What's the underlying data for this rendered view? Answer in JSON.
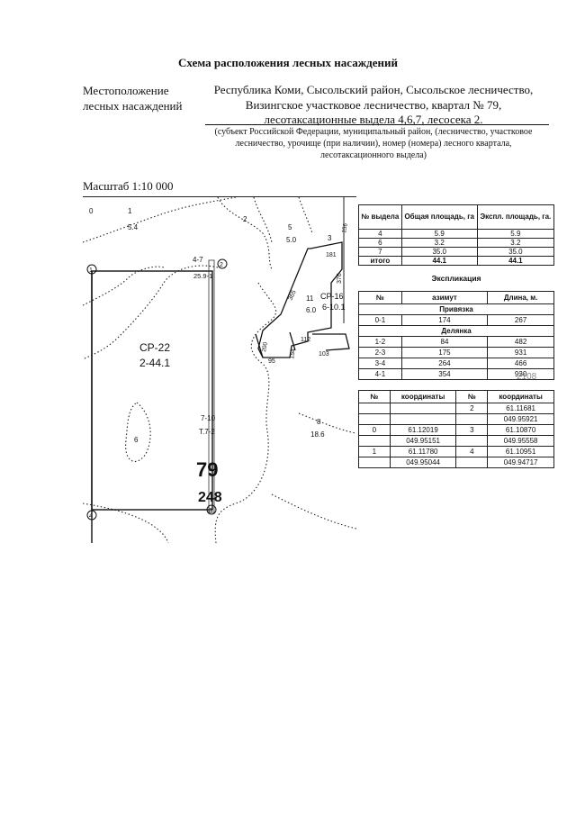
{
  "title": "Схема расположения лесных насаждений",
  "location": {
    "label_line1": "Местоположение",
    "label_line2": "лесных насаждений",
    "value_line1": "Республика Коми, Сысольский район, Сысольское лесничество,",
    "value_line2": "Визингское участковое лесничество, квартал № 79,",
    "value_line3": "лесотаксационные выдела 4,6,7, лесосека 2.",
    "note_line1": "(субъект Российской Федерации, муниципальный район, (лесничество, участковое",
    "note_line2": "лесничество, урочище (при наличии), номер (номера) лесного квартала,",
    "note_line3": "лесотаксационного выдела)"
  },
  "scale": "Масштаб 1:10 000",
  "map": {
    "labels": {
      "v0": "0",
      "v1": "1",
      "v1_area": "5.4",
      "v2": "2",
      "v5": "5",
      "v5_area": "5.0",
      "v3": "3",
      "v4_7": "4-7",
      "v4_7_b": "25.9-1",
      "v7_10": "7-10",
      "v7_10_b": "T.7-2",
      "v8": "8",
      "v8_area": "18.6",
      "v6": "6",
      "v11": "11",
      "v11_area": "6.0",
      "cp16": "CP-16",
      "cp16_b": "6-10.1",
      "cp22": "CP-22",
      "cp22_b": "2-44.1",
      "quarter": "79",
      "quarter_area": "248",
      "p1": "1",
      "p2": "2",
      "p3": "3",
      "p4": "4",
      "seg_181": "181",
      "seg_376": "376",
      "seg_365": "365",
      "seg_112": "112",
      "seg_154": "154",
      "seg_95": "95",
      "seg_103": "103",
      "seg_200": "200",
      "seg_156": "156"
    }
  },
  "areas_table": {
    "headers": [
      "№ выдела",
      "Общая площадь, га",
      "Экспл. площадь, га."
    ],
    "rows": [
      [
        "4",
        "5.9",
        "5.9"
      ],
      [
        "6",
        "3.2",
        "3.2"
      ],
      [
        "7",
        "35.0",
        "35.0"
      ]
    ],
    "total": [
      "итого",
      "44.1",
      "44.1"
    ]
  },
  "explication": {
    "title": "Экспликация",
    "headers": [
      "№",
      "азимут",
      "Длина, м."
    ],
    "section_binding": "Привязка",
    "binding_rows": [
      [
        "0-1",
        "174",
        "267"
      ]
    ],
    "section_plot": "Делянка",
    "plot_rows": [
      [
        "1-2",
        "84",
        "482"
      ],
      [
        "2-3",
        "175",
        "931"
      ],
      [
        "3-4",
        "264",
        "466"
      ],
      [
        "4-1",
        "354",
        "930"
      ]
    ],
    "scribble": "2108"
  },
  "coordinates": {
    "headers": [
      "№",
      "координаты",
      "№",
      "координаты"
    ],
    "rows": [
      [
        "",
        "",
        "2",
        "61.11681"
      ],
      [
        "",
        "",
        "",
        "049.95921"
      ],
      [
        "0",
        "61.12019",
        "3",
        "61.10870"
      ],
      [
        "",
        "049.95151",
        "",
        "049.95558"
      ],
      [
        "1",
        "61.11780",
        "4",
        "61.10951"
      ],
      [
        "",
        "049.95044",
        "",
        "049.94717"
      ]
    ]
  }
}
